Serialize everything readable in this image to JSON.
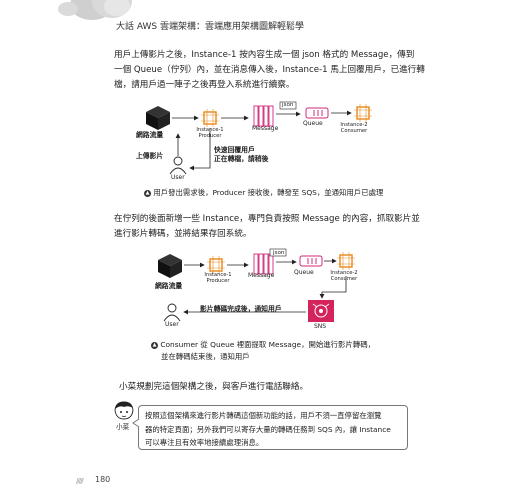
{
  "header": {
    "title": "大話 AWS 雲端架構：雲端應用架構圖解輕鬆學"
  },
  "paragraph1": [
    "用戶上傳影片之後，Instance-1 按內容生成一個 json 格式的 Message，傳到",
    "一個 Queue（佇列）內，並在消息傳入後，Instance-1 馬上回覆用戶，已進行轉",
    "檔，請用戶過一陣子之後再登入系統進行續察。"
  ],
  "diagram1": {
    "network_label": "網路流量",
    "upload_label": "上傳影片",
    "user_label": "User",
    "producer_label": [
      "Instance-1",
      "Producer"
    ],
    "message_label": "Message",
    "json_label": "json",
    "queue_label": "Queue",
    "consumer_label": [
      "Instance-2",
      "Consumer"
    ],
    "reply_label": [
      "快速回覆用戶",
      "正在轉檔，請稍後"
    ]
  },
  "caption1": "用戶發出需求後，Producer 接收後，轉發至 SQS，並通知用戶已處理",
  "paragraph2": [
    "在佇列的後面新增一些 Instance，專門負責按照 Message 的內容，抓取影片並",
    "進行影片轉碼，並將結果存回系統。"
  ],
  "diagram2": {
    "network_label": "網路流量",
    "user_label": "User",
    "producer_label": [
      "Instance-1",
      "Producer"
    ],
    "message_label": "Message",
    "json_label": "json",
    "queue_label": "Queue",
    "consumer_label": [
      "Instance-2",
      "Consumer"
    ],
    "sns_label": "SNS",
    "notify_label": "影片轉碼完成後，通知用戶"
  },
  "caption2": [
    "Consumer 從 Queue 裡面提取 Message，開始進行影片轉碼，",
    "並在轉碼結束後，通知用戶"
  ],
  "paragraph3": "小菜規劃完這個架構之後，與客戶進行電話聯絡。",
  "character_name": "小菜",
  "bubble_lines": [
    "按照這個架構來進行影片轉碼這個新功能的話，用戶不須一直停留在瀏覽",
    "器的特定頁面；另外我們可以寄存大量的轉碼任務到 SQS 內，讓 Instance",
    "可以專注且有效率地接續處理消息。"
  ],
  "page_number": "180",
  "colors": {
    "aws_orange": "#e8891d",
    "message_pink": "#d1287a",
    "sns_pink": "#d5245c"
  }
}
